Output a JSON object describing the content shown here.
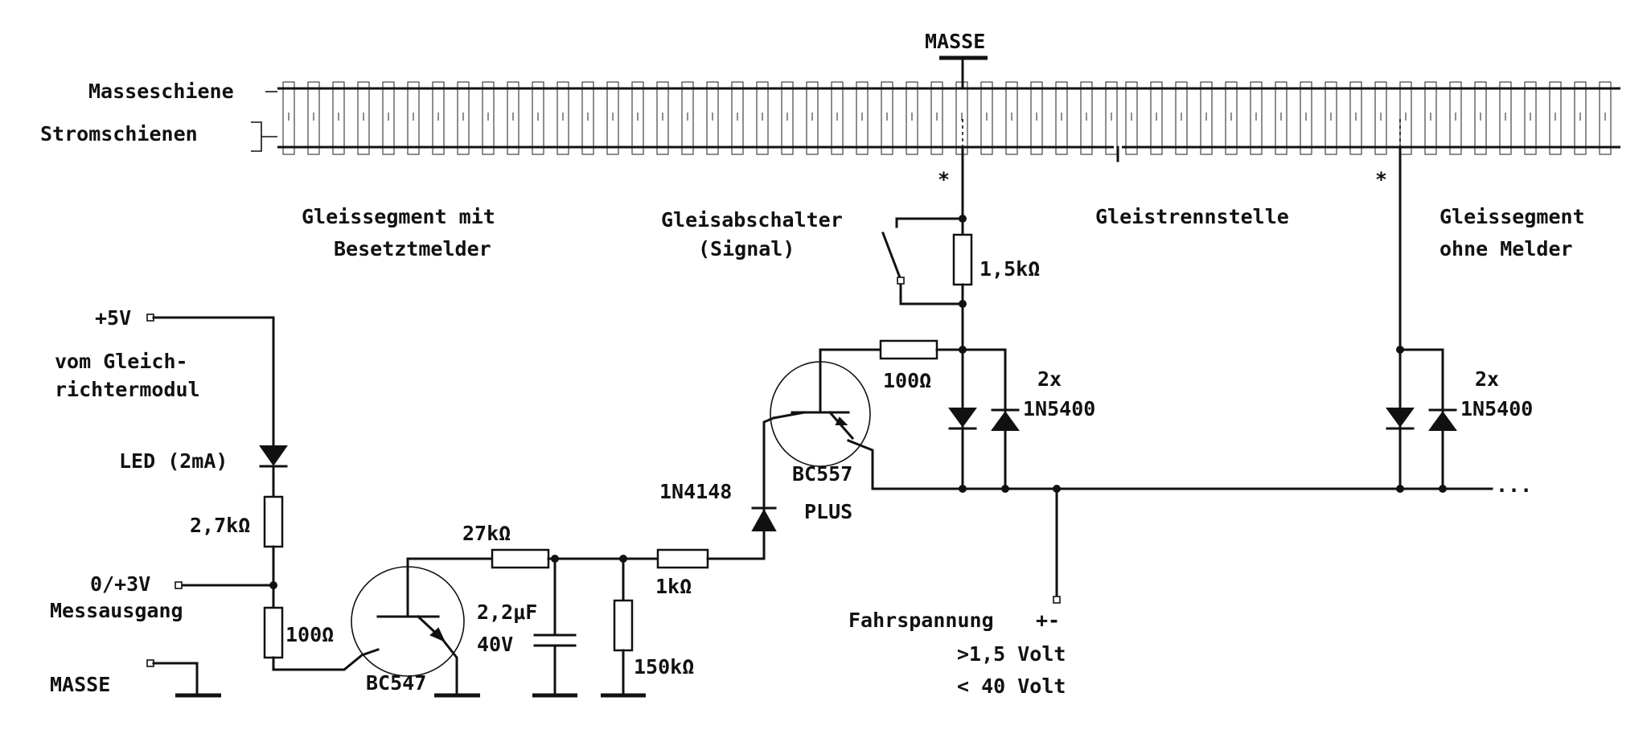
{
  "labels": {
    "masse_top": "MASSE",
    "masseschiene": "Masseschiene",
    "stromschienen": "Stromschienen",
    "segment_with_detector_1": "Gleissegment mit",
    "segment_with_detector_2": "Besetztmelder",
    "gleisabschalter_1": "Gleisabschalter",
    "gleisabschalter_2": "(Signal)",
    "gleistrennstelle": "Gleistrennstelle",
    "segment_without_detector_1": "Gleissegment",
    "segment_without_detector_2": "ohne Melder",
    "asterisk": "*",
    "supply_5v": "+5V",
    "vom_gleich_1": "vom Gleich-",
    "vom_gleich_2": "richtermodul",
    "led": "LED (2mA)",
    "r_2k7": "2,7kΩ",
    "measure_out_1": "0/+3V",
    "measure_out_2": "Messausgang",
    "r_100_bottom": "100Ω",
    "masse_bottom": "MASSE",
    "bc547": "BC547",
    "r_27k": "27kΩ",
    "cap_1": "2,2μF",
    "cap_2": "40V",
    "r_150k": "150kΩ",
    "r_1k": "1kΩ",
    "d_1n4148": "1N4148",
    "bc557": "BC557",
    "plus": "PLUS",
    "r_100_top": "100Ω",
    "r_1k5": "1,5kΩ",
    "diodes_count_1": "2x",
    "diodes_type_1": "1N5400",
    "diodes_count_2": "2x",
    "diodes_type_2": "1N5400",
    "ellipsis": "...",
    "fahrspannung": "Fahrspannung",
    "plus_minus": "+-",
    "volt_min": ">1,5 Volt",
    "volt_max": "< 40 Volt"
  }
}
